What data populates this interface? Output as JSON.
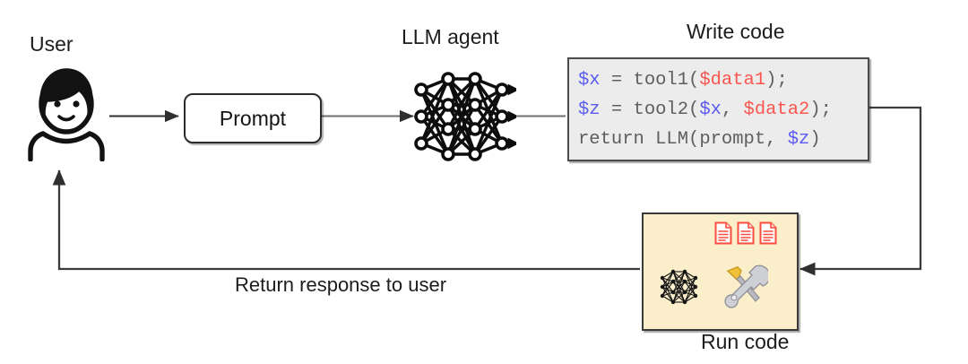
{
  "diagram": {
    "type": "flow-diagram",
    "title": "LLM agent write-code / run-code loop",
    "labels": {
      "user": "User",
      "llm_agent": "LLM agent",
      "write_code": "Write code",
      "run_code": "Run code",
      "return_response": "Return response to user"
    },
    "nodes": {
      "prompt": {
        "label": "Prompt",
        "shape": "rounded-rect"
      },
      "code_block": {
        "lines": [
          [
            {
              "t": "$x",
              "c": "var"
            },
            {
              "t": " = tool1(",
              "c": "plain"
            },
            {
              "t": "$data1",
              "c": "data"
            },
            {
              "t": ");",
              "c": "plain"
            }
          ],
          [
            {
              "t": "$z",
              "c": "var"
            },
            {
              "t": " = tool2(",
              "c": "plain"
            },
            {
              "t": "$x",
              "c": "var"
            },
            {
              "t": ", ",
              "c": "plain"
            },
            {
              "t": "$data2",
              "c": "data"
            },
            {
              "t": ");",
              "c": "plain"
            }
          ],
          [
            {
              "t": "return LLM(prompt, ",
              "c": "plain"
            },
            {
              "t": "$z",
              "c": "var"
            },
            {
              "t": ")",
              "c": "plain"
            }
          ]
        ],
        "plain_text": "$x = tool1($data1);\n$z = tool2($x, $data2);\nreturn LLM(prompt, $z)"
      },
      "run_code_box": {
        "contents": [
          "neural-network-icon",
          "tools-icon",
          "documents-icon"
        ],
        "document_count": 3
      }
    },
    "colors": {
      "code_background": "#ececec",
      "code_border": "#4b4b4b",
      "variable": "#5b5bf0",
      "data_literal": "#f9564f",
      "code_text": "#5e5e5e",
      "run_box_background": "#fbeeca",
      "run_box_border": "#3a3a3a",
      "red_arrow": "#fb2a1e",
      "wire": "#3c3c3c",
      "text": "#1d1d1d",
      "page_background": "#ffffff"
    },
    "edges": [
      {
        "from": "user",
        "to": "prompt",
        "style": "arrow"
      },
      {
        "from": "prompt",
        "to": "llm_agent",
        "style": "arrow"
      },
      {
        "from": "llm_agent",
        "to": "code_block",
        "style": "arrow"
      },
      {
        "from": "code_block",
        "to": "run_code_box",
        "style": "elbow-arrow"
      },
      {
        "from": "run_code_box",
        "to": "user",
        "style": "elbow-arrow",
        "label": "Return response to user"
      },
      {
        "from": "neural-network-icon",
        "to": "tools-icon",
        "style": "red-double-arrow"
      },
      {
        "from": "tools-icon",
        "to": "documents-icon",
        "style": "red-double-arrow"
      }
    ]
  }
}
